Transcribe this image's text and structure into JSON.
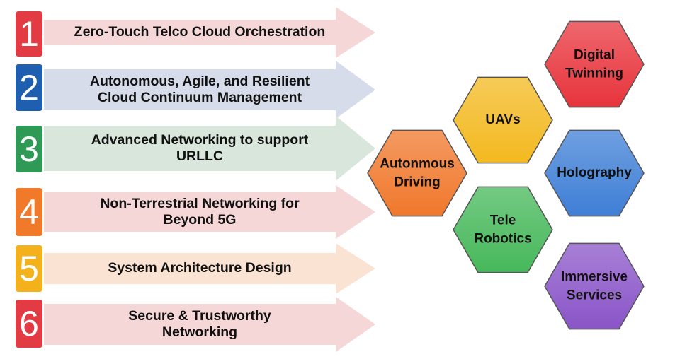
{
  "colors": {
    "num_red": "#e23b44",
    "num_blue": "#1f5fb0",
    "num_green": "#2f9a55",
    "num_orange": "#f07a2a",
    "num_yellow": "#f3b21c",
    "arrow_pink": "#f6d7d8",
    "arrow_blue": "#d7dcea",
    "arrow_green": "#d9e6dc",
    "arrow_peach": "#fbe3d4"
  },
  "items": [
    {
      "num": "1",
      "label": "Zero-Touch Telco Cloud Orchestration"
    },
    {
      "num": "2",
      "label": "Autonomous, Agile, and Resilient\nCloud Continuum Management"
    },
    {
      "num": "3",
      "label": "Advanced Networking to support\nURLLC"
    },
    {
      "num": "4",
      "label": "Non-Terrestrial Networking for\nBeyond 5G"
    },
    {
      "num": "5",
      "label": "System Architecture Design"
    },
    {
      "num": "6",
      "label": "Secure & Trustworthy\nNetworking"
    }
  ],
  "hexagons": [
    {
      "label": "Digital\nTwinning",
      "color": "#e8343c"
    },
    {
      "label": "UAVs",
      "color": "#f3b920"
    },
    {
      "label": "Holography",
      "color": "#3f7fd6"
    },
    {
      "label": "Autonmous\nDriving",
      "color": "#f0782c"
    },
    {
      "label": "Tele\nRobotics",
      "color": "#46b85a"
    },
    {
      "label": "Immersive\nServices",
      "color": "#8a55c8"
    }
  ]
}
